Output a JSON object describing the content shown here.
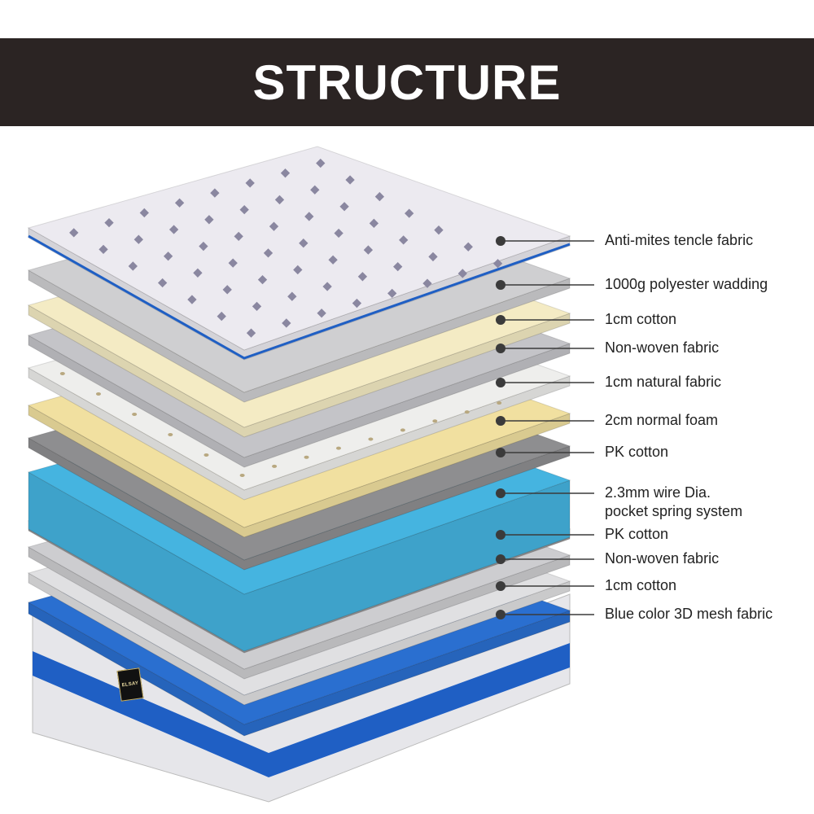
{
  "header": {
    "title": "STRUCTURE"
  },
  "brand_badge": "ELSAY",
  "colors": {
    "banner": "#2b2423",
    "leader": "#3a3a3a",
    "accent_blue": "#1f5fc4"
  },
  "layers": [
    {
      "label": "Anti-mites tencle fabric",
      "color": "#eceaf0"
    },
    {
      "label": "1000g polyester wadding",
      "color": "#cfcfd1"
    },
    {
      "label": "1cm cotton",
      "color": "#f4ebc4"
    },
    {
      "label": "Non-woven fabric",
      "color": "#c4c4c8"
    },
    {
      "label": "1cm natural fabric",
      "color": "#eeeeec"
    },
    {
      "label": "2cm normal foam",
      "color": "#f1e0a0"
    },
    {
      "label": "PK cotton",
      "color": "#8e8e90"
    },
    {
      "label": "2.3mm wire Dia.",
      "label2": "pocket spring system",
      "color": "#45b4e0"
    },
    {
      "label": "PK cotton",
      "color": "#9a9a9c"
    },
    {
      "label": "Non-woven fabric",
      "color": "#cdcdd0"
    },
    {
      "label": "1cm cotton",
      "color": "#e0e0e2"
    },
    {
      "label": "Blue color 3D mesh fabric",
      "color": "#2a6fd0"
    }
  ]
}
